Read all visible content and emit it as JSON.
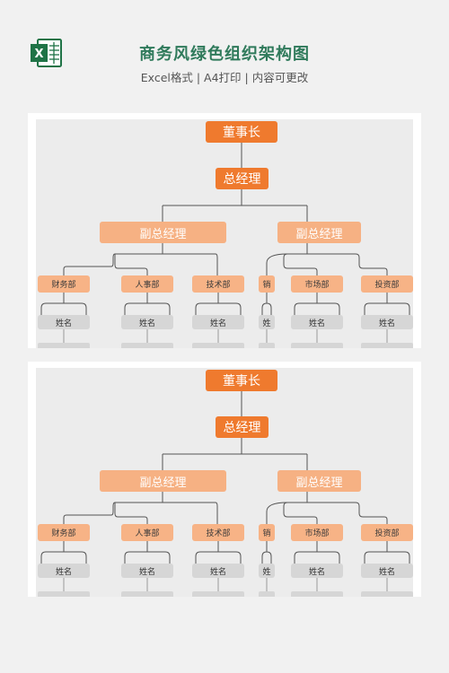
{
  "header": {
    "title": "商务风绿色组织架构图",
    "subtitle": "Excel格式 | A4打印 | 内容可更改",
    "icon": "excel-icon",
    "icon_letter": "X",
    "brand_color": "#1f7346"
  },
  "colors": {
    "leader": "#ef7a2e",
    "vp": "#f6b183",
    "dept": "#f7b386",
    "name": "#d6d6d6",
    "line": "#555555"
  },
  "org_chart": {
    "chairman": "董事长",
    "ceo": "总经理",
    "vps": [
      {
        "label": "副总经理"
      },
      {
        "label": "副总经理"
      }
    ],
    "departments": [
      {
        "label": "财务部",
        "vp": 0,
        "member": "姓名"
      },
      {
        "label": "人事部",
        "vp": 0,
        "member": "姓名"
      },
      {
        "label": "技术部",
        "vp": 0,
        "member": "姓名"
      },
      {
        "label": "销",
        "vp": 1,
        "member": "姓"
      },
      {
        "label": "市场部",
        "vp": 1,
        "member": "姓名"
      },
      {
        "label": "投资部",
        "vp": 1,
        "member": "姓名"
      }
    ]
  }
}
